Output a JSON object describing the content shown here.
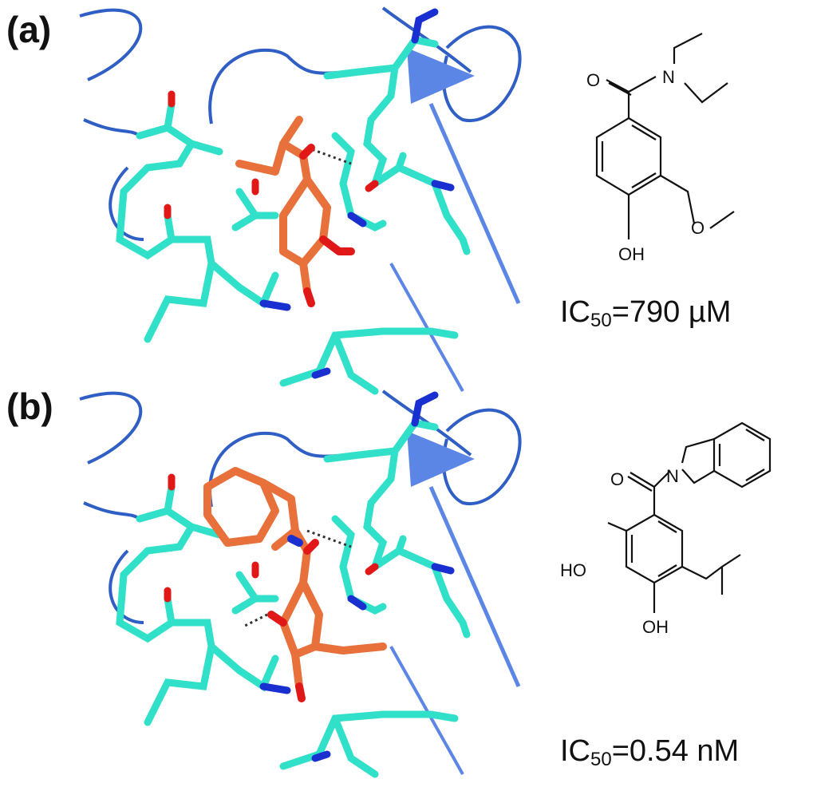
{
  "panels": [
    {
      "label": "(a)",
      "ic50_prefix": "IC",
      "ic50_sub": "50",
      "ic50_value": "=790 µM",
      "atoms": {
        "o_carbonyl": "O",
        "n_amide": "N",
        "o_methoxy": "O",
        "oh": "OH"
      }
    },
    {
      "label": "(b)",
      "ic50_prefix": "IC",
      "ic50_sub": "50",
      "ic50_value": "=0.54 nM",
      "atoms": {
        "o_carbonyl": "O",
        "n_amide": "N",
        "ho_left": "HO",
        "oh": "OH"
      }
    }
  ],
  "colors": {
    "ribbon": "#2f5fc4",
    "arrow": "#5b86e5",
    "carbon_protein": "#30e0c8",
    "nitrogen": "#1a2fd0",
    "oxygen": "#e01818",
    "carbon_ligand": "#e8703a",
    "sulfur": "#e8e020",
    "hbond": "#333333",
    "structure_line": "#111111"
  }
}
